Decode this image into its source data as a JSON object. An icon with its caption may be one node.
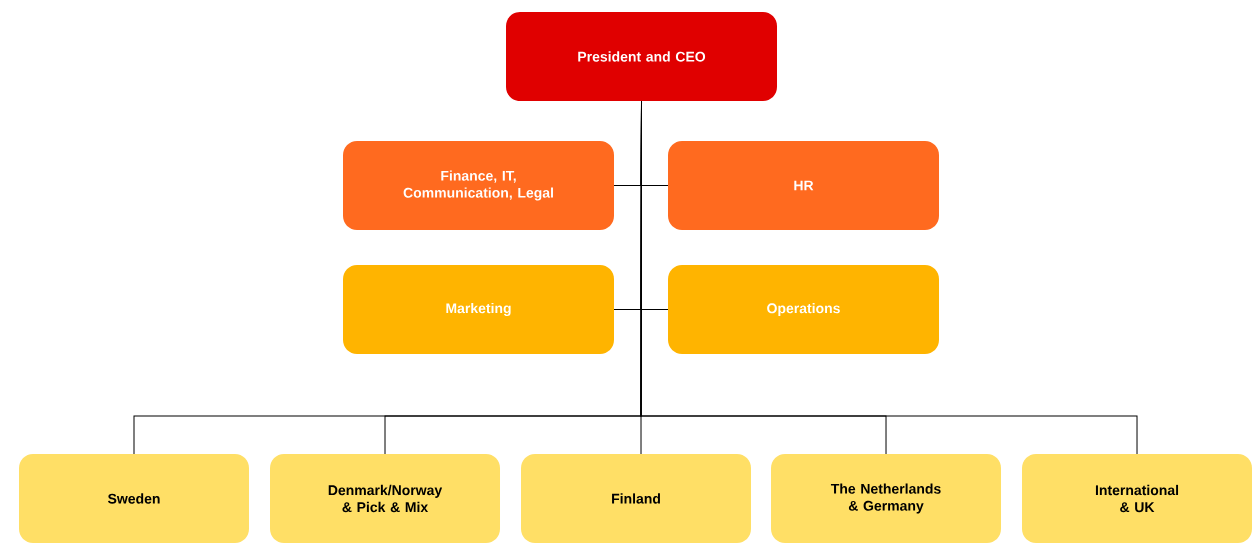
{
  "diagram": {
    "nodes": [
      {
        "text": [
          "President and CEO"
        ]
      },
      {
        "text": [
          "Finance, IT, Communication, Legal"
        ]
      },
      {
        "text": [
          "HR"
        ]
      },
      {
        "text": [
          "Marketing"
        ]
      },
      {
        "text": [
          "Operations"
        ]
      },
      {
        "text": [
          "Sweden"
        ]
      },
      {
        "text": [
          "Denmark/Norway & Pick & Mix"
        ]
      },
      {
        "text": [
          "Finland"
        ]
      },
      {
        "text": [
          "The Netherlands & Germany"
        ]
      },
      {
        "text": [
          "International & UK"
        ]
      }
    ],
    "edges": [
      {
        "from": 0,
        "to": 1,
        "arrow": "none"
      },
      {
        "from": 0,
        "to": 2,
        "arrow": "none"
      },
      {
        "from": 0,
        "to": 3,
        "arrow": "none"
      },
      {
        "from": 0,
        "to": 4,
        "arrow": "none"
      },
      {
        "from": 0,
        "to": 5,
        "arrow": "none"
      },
      {
        "from": 0,
        "to": 6,
        "arrow": "none"
      },
      {
        "from": 0,
        "to": 7,
        "arrow": "none"
      },
      {
        "from": 0,
        "to": 8,
        "arrow": "none"
      },
      {
        "from": 0,
        "to": 9,
        "arrow": "none"
      }
    ]
  }
}
